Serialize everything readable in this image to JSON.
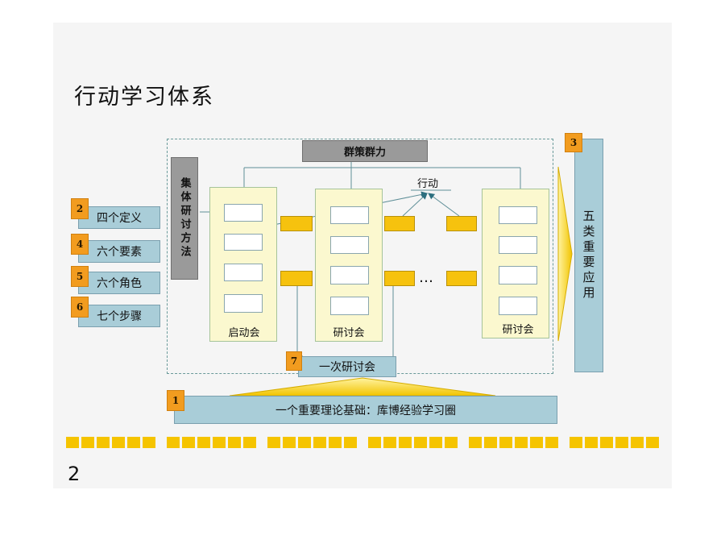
{
  "title": "行动学习体系",
  "page_number": "2",
  "top_box": "群策群力",
  "action_label": "行动",
  "ellipsis": "…",
  "collective_method": "集体研讨方法",
  "five_apps": "五类重要应用",
  "foundation": "一个重要理论基础：库博经验学习圈",
  "one_session": "一次研讨会",
  "left_items": [
    {
      "num": "2",
      "label": "四个定义"
    },
    {
      "num": "4",
      "label": "六个要素"
    },
    {
      "num": "5",
      "label": "六个角色"
    },
    {
      "num": "6",
      "label": "七个步骤"
    }
  ],
  "num_3": "3",
  "num_7": "7",
  "num_1": "1",
  "meetings": [
    "启动会",
    "研讨会",
    "研讨会"
  ],
  "colors": {
    "orange": "#f29c1f",
    "yellow": "#f6c20e",
    "blue_box": "#a9cdd8",
    "gray_box": "#9a9a9a",
    "meeting_bg": "#fbf8cf"
  }
}
